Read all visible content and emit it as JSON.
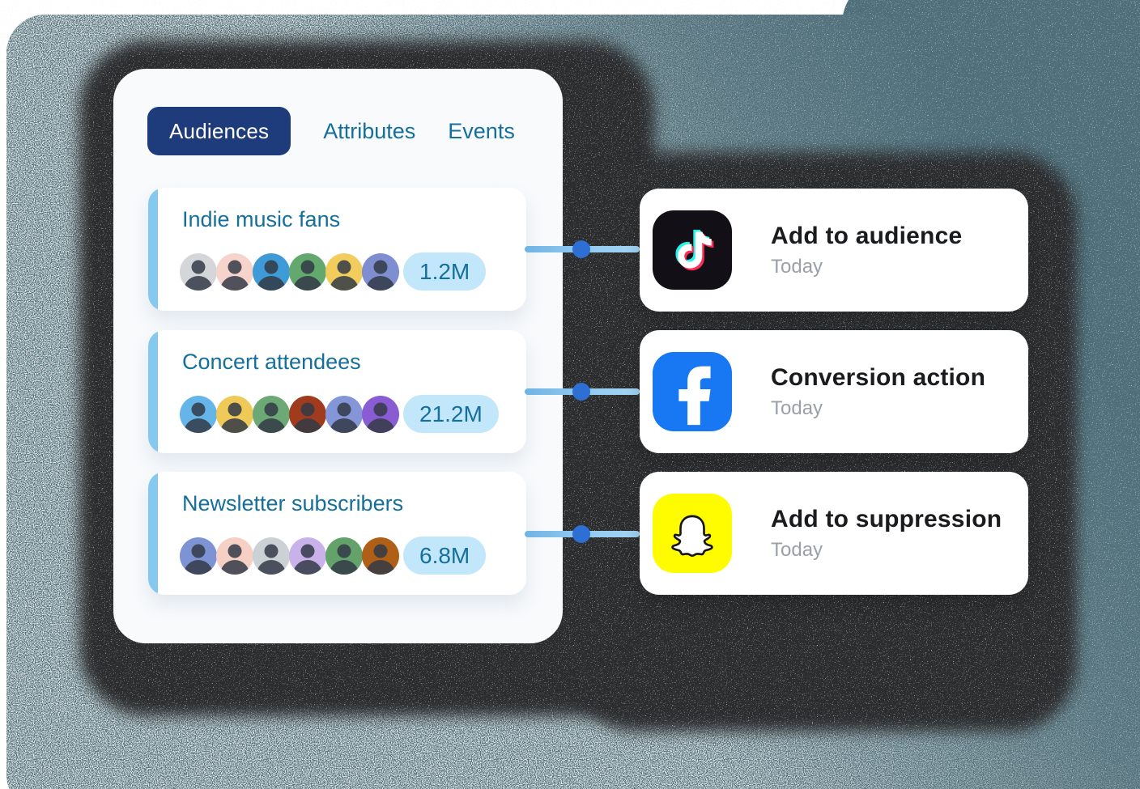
{
  "panel": {
    "tabs": [
      {
        "label": "Audiences",
        "active": true
      },
      {
        "label": "Attributes",
        "active": false
      },
      {
        "label": "Events",
        "active": false
      }
    ],
    "audiences": [
      {
        "name": "Indie music fans",
        "count": "1.2M",
        "avatar_colors": [
          "#d4d6d9",
          "#f6d4cb",
          "#3f9bd8",
          "#63a96e",
          "#f2cd5e",
          "#7e8ed0"
        ]
      },
      {
        "name": "Concert attendees",
        "count": "21.2M",
        "avatar_colors": [
          "#66b5e8",
          "#f0ca58",
          "#6da974",
          "#a03c1d",
          "#8496d8",
          "#8a5cd4"
        ]
      },
      {
        "name": "Newsletter subscribers",
        "count": "6.8M",
        "avatar_colors": [
          "#7e93d4",
          "#f6cfc5",
          "#ccd1d5",
          "#c9b2ea",
          "#64a26c",
          "#b05f16"
        ]
      }
    ]
  },
  "destinations": [
    {
      "icon": "tiktok-icon",
      "title": "Add to audience",
      "subtitle": "Today"
    },
    {
      "icon": "facebook-icon",
      "title": "Conversion action",
      "subtitle": "Today"
    },
    {
      "icon": "snapchat-icon",
      "title": "Add to suppression",
      "subtitle": "Today"
    }
  ],
  "colors": {
    "slate": "#4e6e79",
    "speckle": "#cdd1d1",
    "shadow": "#2b2c2e",
    "panel_bg": "#f8fafc",
    "navy": "#1e3c7c",
    "teal": "#146f9d",
    "badge_bg": "#c2e7fa",
    "badge_text": "#156f9e",
    "accent_bar": "#85c9f0",
    "line": "#8ec9f1",
    "dot": "#2d6fd4",
    "title_dark": "#1a1b1e",
    "subtitle_gray": "#9aa0a7",
    "tiktok_bg": "#121016",
    "tiktok_cyan": "#25f4ee",
    "tiktok_red": "#fe2c55",
    "fb_blue": "#1877f2",
    "snap_yellow": "#fffc00",
    "avatar_silhouette": "#333a47"
  }
}
